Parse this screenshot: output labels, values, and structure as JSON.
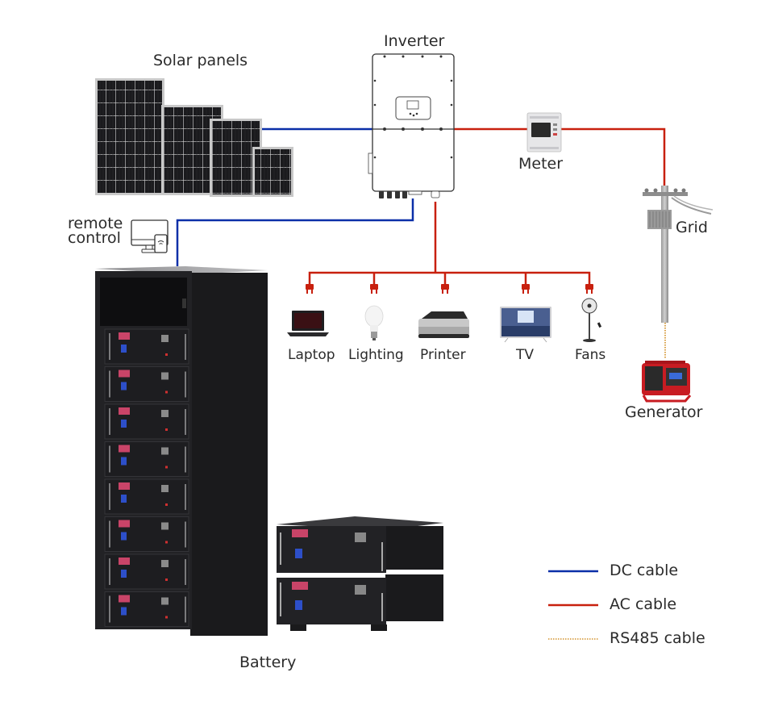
{
  "title": "Solar energy storage system wiring diagram",
  "colors": {
    "dc_cable": "#0a2fa8",
    "ac_cable": "#c8200e",
    "rs485_cable": "#d9a24a",
    "equipment_dark": "#1c1c1e",
    "battery_terminal": "#c94468",
    "breaker_blue": "#2d4fc9"
  },
  "components": {
    "solar_panels": {
      "label": "Solar panels",
      "icon": "solar-panel-icon"
    },
    "inverter": {
      "label": "Inverter",
      "icon": "inverter-icon"
    },
    "meter": {
      "label": "Meter",
      "icon": "energy-meter-icon"
    },
    "grid": {
      "label": "Grid",
      "icon": "utility-pole-icon"
    },
    "generator": {
      "label": "Generator",
      "icon": "generator-icon"
    },
    "remote_control": {
      "label_line1": "remote",
      "label_line2": "control",
      "icon": "monitor-phone-icon"
    },
    "battery": {
      "label": "Battery",
      "icon": "battery-rack-icon"
    }
  },
  "loads": [
    {
      "label": "Laptop",
      "icon": "laptop-icon"
    },
    {
      "label": "Lighting",
      "icon": "light-bulb-icon"
    },
    {
      "label": "Printer",
      "icon": "printer-icon"
    },
    {
      "label": "TV",
      "icon": "tv-icon"
    },
    {
      "label": "Fans",
      "icon": "fan-icon"
    }
  ],
  "legend": [
    {
      "label": "DC cable",
      "style": "solid",
      "color": "#0a2fa8"
    },
    {
      "label": "AC cable",
      "style": "solid",
      "color": "#c8200e"
    },
    {
      "label": "RS485 cable",
      "style": "dotted",
      "color": "#d9a24a"
    }
  ]
}
